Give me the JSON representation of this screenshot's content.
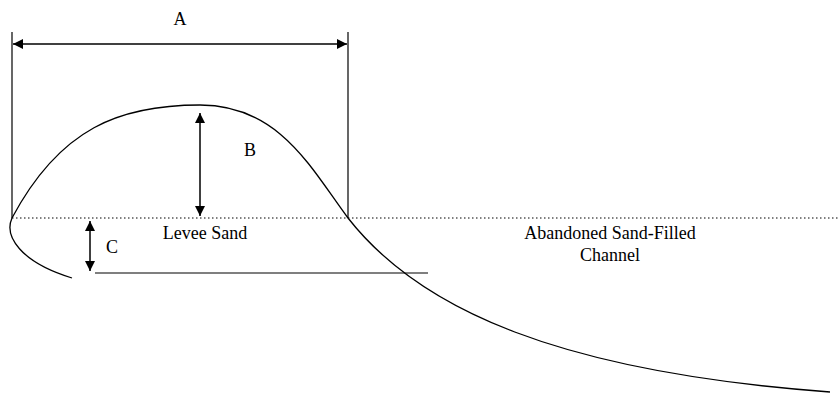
{
  "diagram": {
    "labels": [
      "A",
      "B",
      "C",
      "Levee Sand",
      "Abandoned Sand-Filled Channel"
    ]
  }
}
